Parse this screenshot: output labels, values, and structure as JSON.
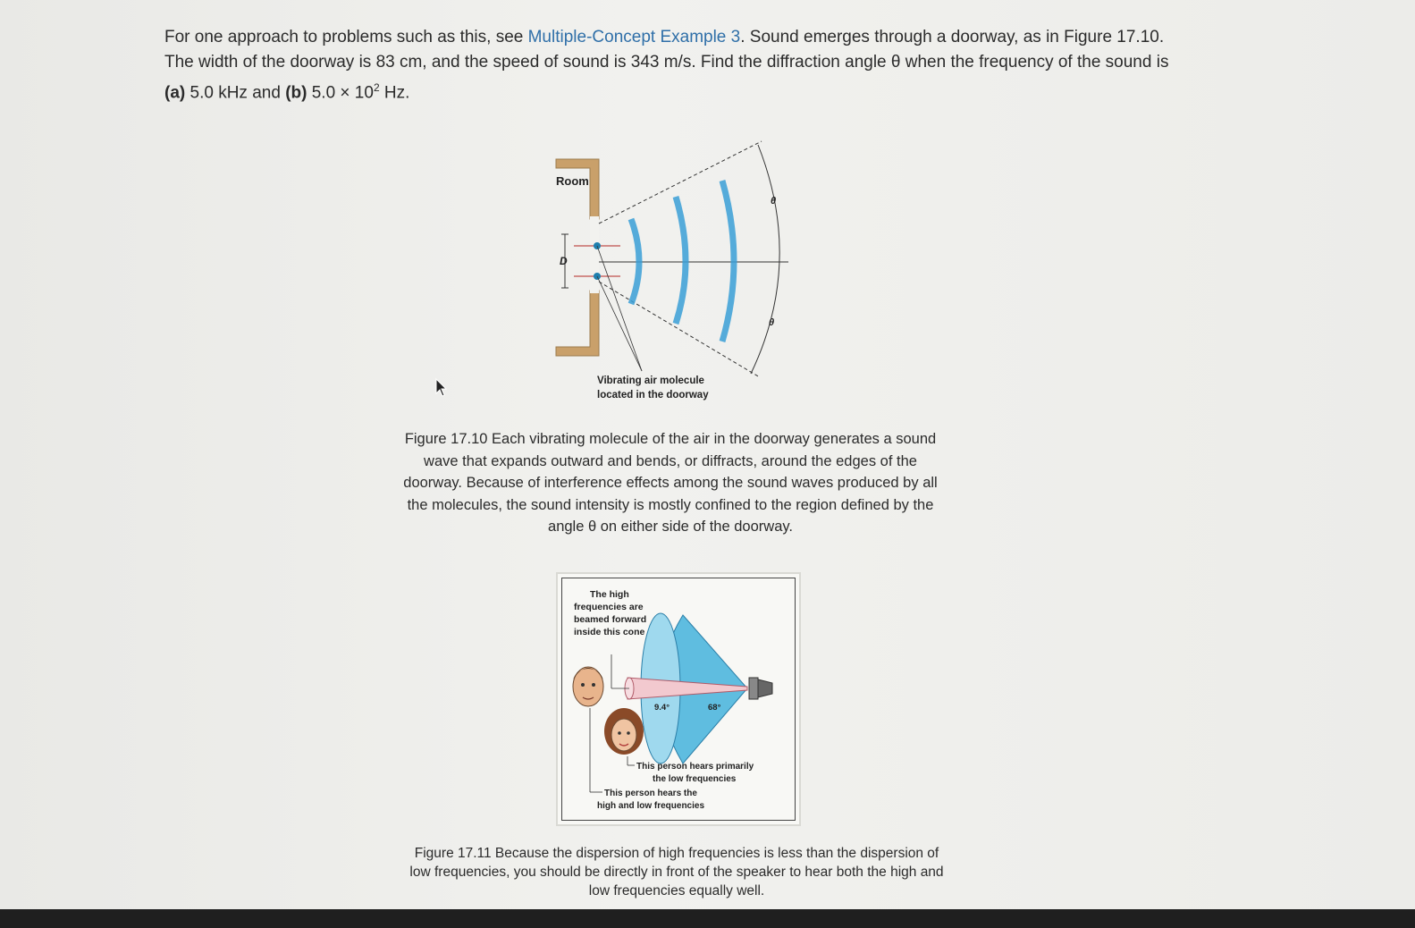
{
  "question": {
    "intro": "For one approach to problems such as this, see ",
    "link": "Multiple-Concept Example 3",
    "body": ". Sound emerges through a doorway, as in Figure 17.10. The width of the doorway is 83 cm, and the speed of sound is 343 m/s. Find the diffraction angle θ when the frequency of the sound is ",
    "part_a_label": "(a)",
    "part_a_value": " 5.0 kHz and ",
    "part_b_label": "(b)",
    "part_b_value": " 5.0 × 10",
    "part_b_exp": "2",
    "part_b_unit": " Hz."
  },
  "figure1": {
    "room_label": "Room",
    "d_label": "D",
    "theta_top": "θ",
    "theta_bottom": "θ",
    "molecule_label_line1": "Vibrating air molecule",
    "molecule_label_line2": "located in the doorway",
    "caption": "Figure 17.10 Each vibrating molecule of the air in the doorway generates a sound wave that expands outward and bends, or diffracts, around the edges of the doorway. Because of interference effects among the sound waves produced by all the molecules, the sound intensity is mostly confined to the region defined by the angle θ on either side of the doorway."
  },
  "figure2": {
    "cone_label_line1": "The high",
    "cone_label_line2": "frequencies are",
    "cone_label_line3": "beamed forward",
    "cone_label_line4": "inside this cone",
    "angle_small": "9.4°",
    "angle_large": "68°",
    "person1_line1": "This person hears primarily",
    "person1_line2": "the low frequencies",
    "person2_line1": "This person hears the",
    "person2_line2": "high and low frequencies",
    "caption": "Figure 17.11 Because the dispersion of high frequencies is less than the dispersion of low frequencies, you should be directly in front of the speaker to hear both the high and low frequencies equally well."
  }
}
